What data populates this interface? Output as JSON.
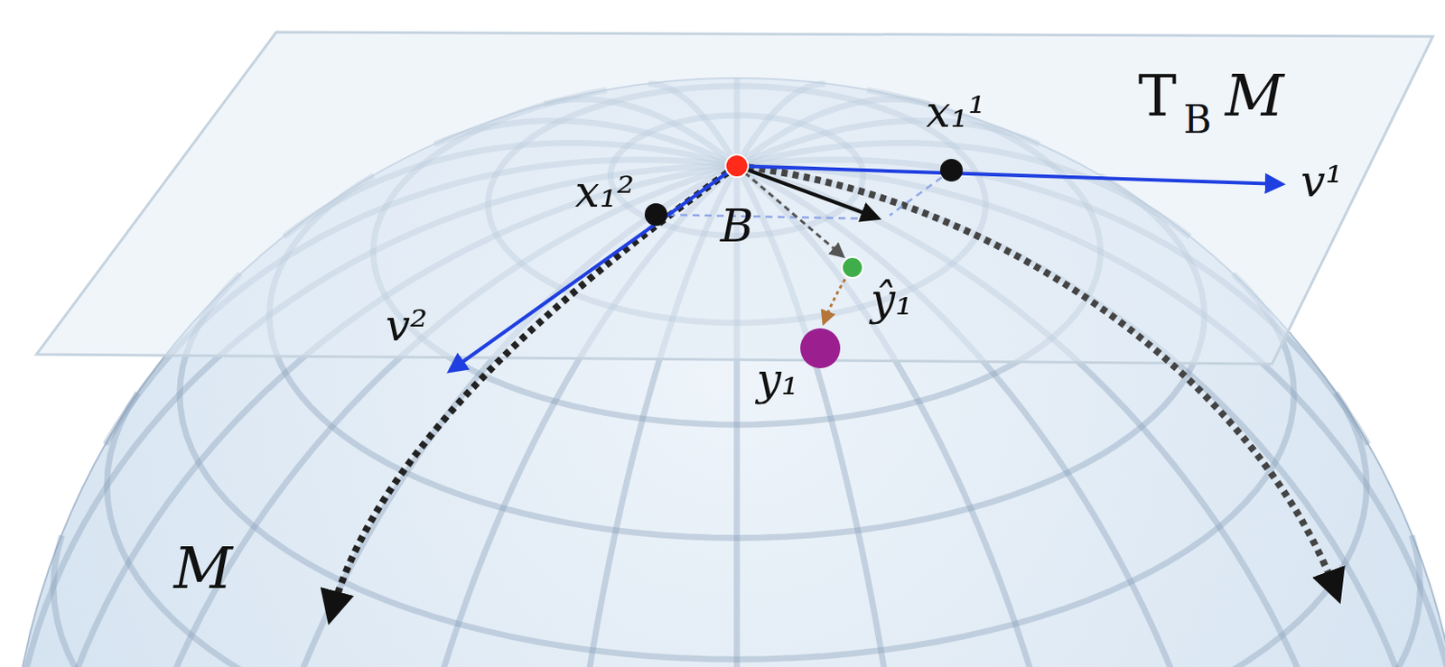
{
  "diagram": {
    "labels": [
      "T",
      "B",
      "M",
      "x₁¹",
      "v¹",
      "x₁²",
      "B",
      "v²",
      "ŷ₁",
      "y₁",
      "M"
    ]
  }
}
